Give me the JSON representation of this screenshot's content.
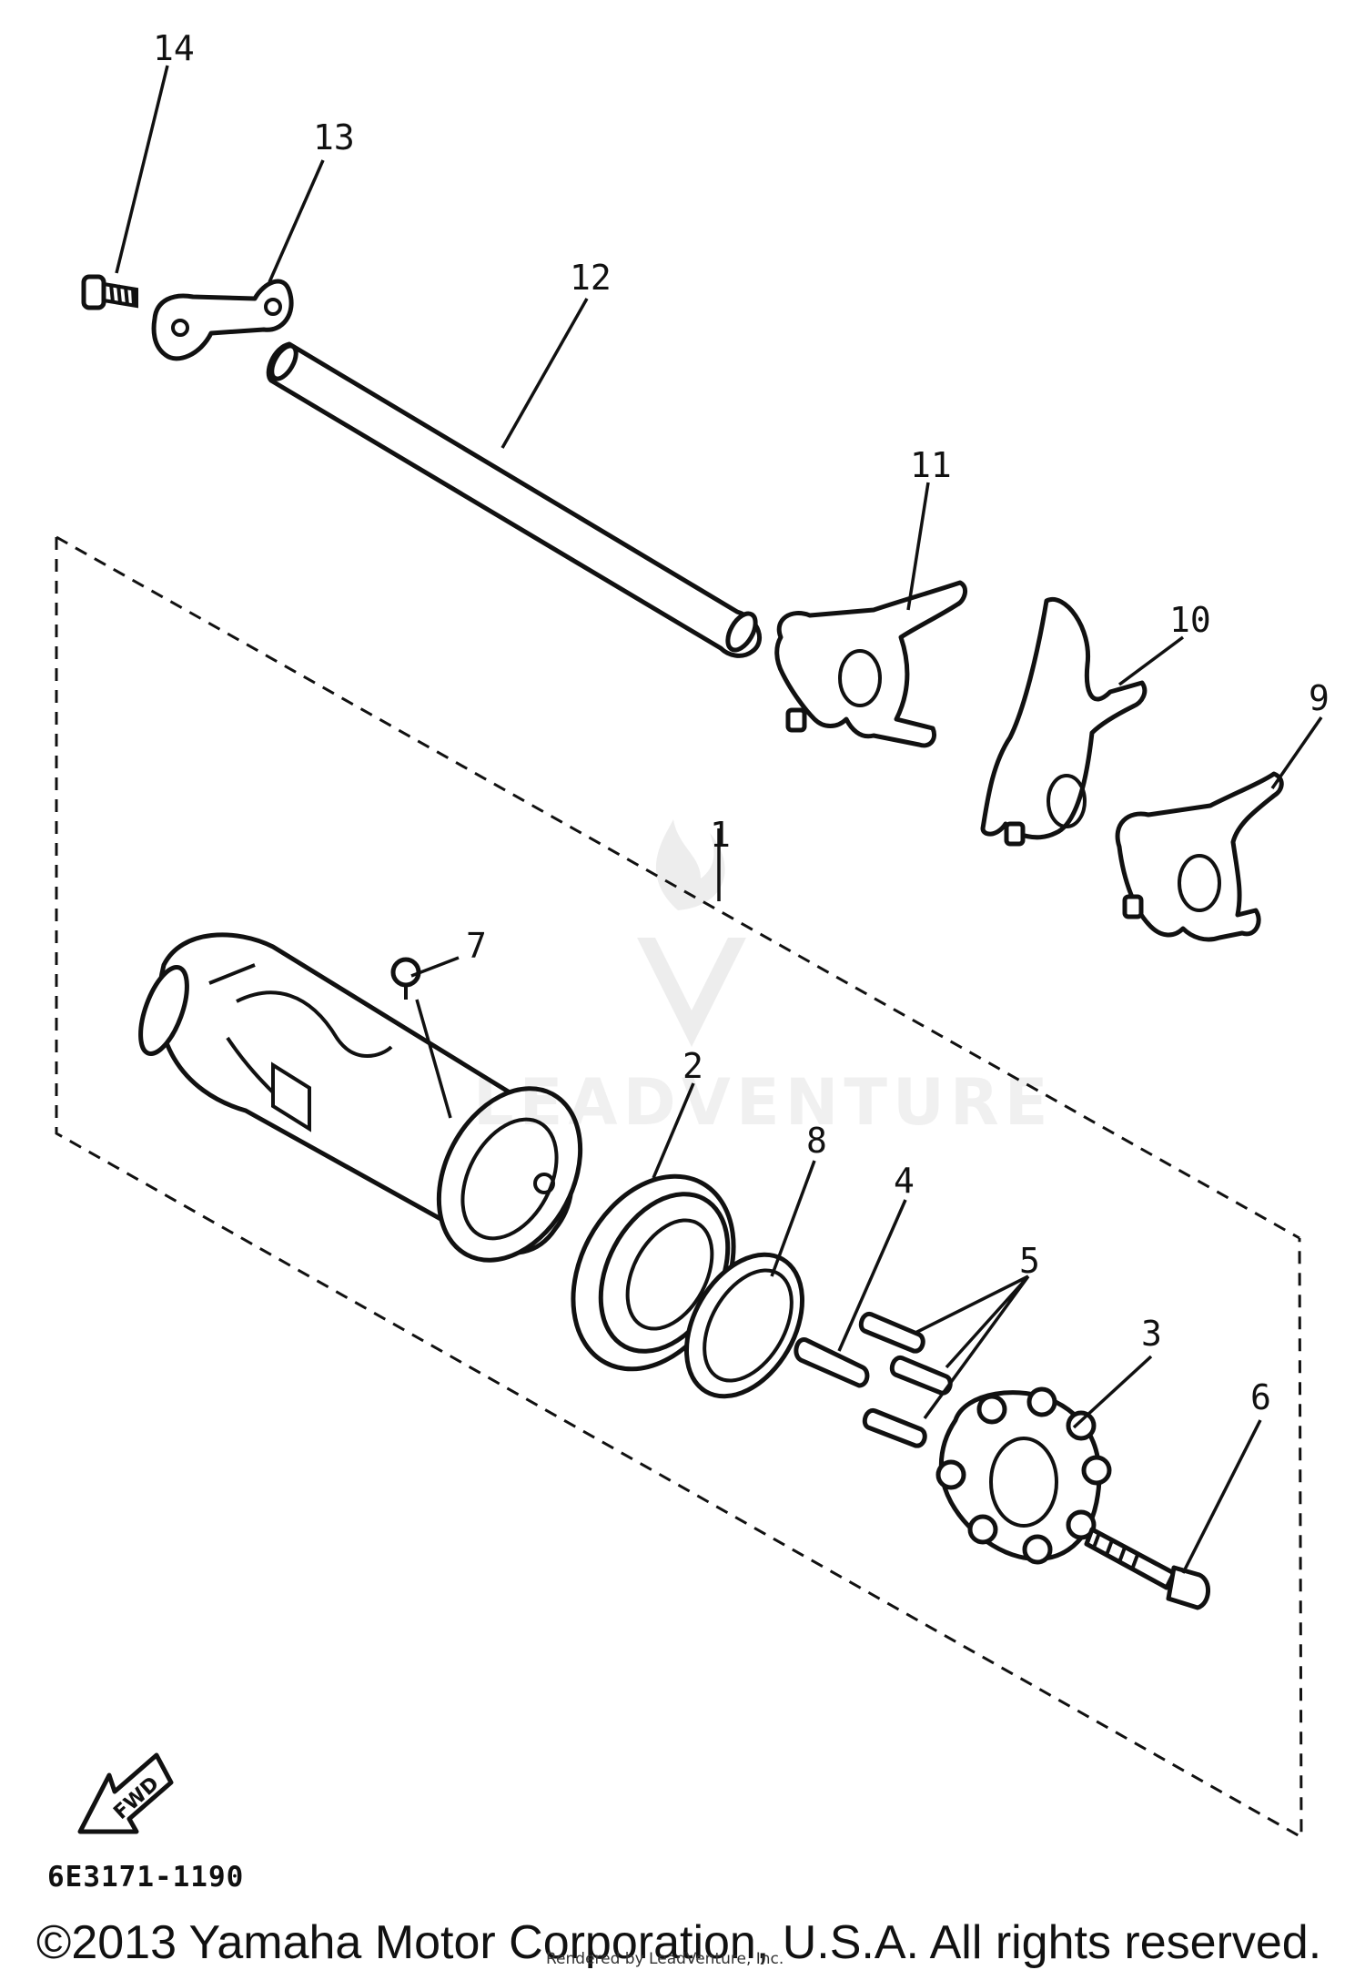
{
  "callouts": {
    "c1": "1",
    "c2": "2",
    "c3": "3",
    "c4": "4",
    "c5": "5",
    "c6": "6",
    "c7": "7",
    "c8": "8",
    "c9": "9",
    "c10": "10",
    "c11": "11",
    "c12": "12",
    "c13": "13",
    "c14": "14"
  },
  "fwd_label": "FWD",
  "diagram_code": "6E3171-1190",
  "copyright": "©2013 Yamaha Motor Corporation, U.S.A. All rights reserved.",
  "render_credit": "Rendered by LeadVenture, Inc.",
  "watermark": "LEADVENTURE"
}
